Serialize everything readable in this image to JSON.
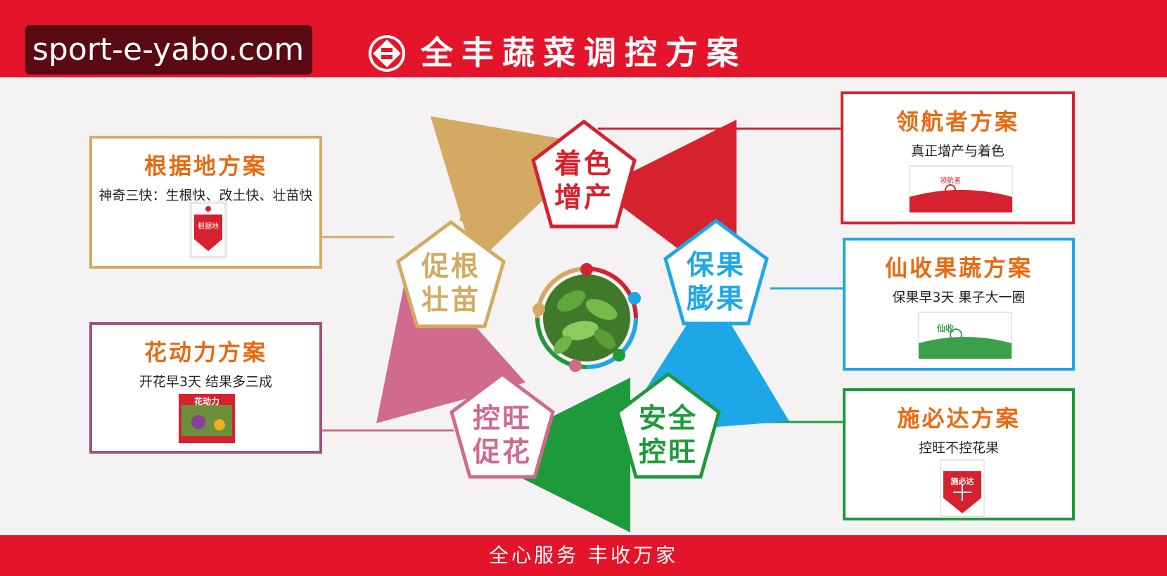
{
  "watermark": "sport-e-yabo.com",
  "title": "全丰蔬菜调控方案",
  "slogan": "全心服务  丰收万家",
  "colors": {
    "brand_red": "#e4142a",
    "gold": "#d4aa62",
    "red": "#d6222e",
    "blue": "#1ea7e8",
    "green": "#1e9a3a",
    "pink": "#d06a8e",
    "orange_title": "#e86a10"
  },
  "cycle": [
    {
      "line1": "着色",
      "line2": "增产",
      "color": "#d6222e"
    },
    {
      "line1": "保果",
      "line2": "膨果",
      "color": "#1ea7e8"
    },
    {
      "line1": "安全",
      "line2": "控旺",
      "color": "#1e9a3a"
    },
    {
      "line1": "控旺",
      "line2": "促花",
      "color": "#d06a8e"
    },
    {
      "line1": "促根",
      "line2": "壮苗",
      "color": "#d4aa62"
    }
  ],
  "cards": {
    "genjudi": {
      "title": "根据地方案",
      "subtitle": "神奇三快：生根快、改土快、壮苗快",
      "product": "根据地"
    },
    "huadongli": {
      "title": "花动力方案",
      "subtitle": "开花早3天  结果多三成",
      "product": "花动力"
    },
    "linghang": {
      "title": "领航者方案",
      "subtitle": "真正增产与着色",
      "product": "领航者"
    },
    "xianshou": {
      "title": "仙收果蔬方案",
      "subtitle": "保果早3天  果子大一圈",
      "product": "仙收"
    },
    "shibida": {
      "title": "施必达方案",
      "subtitle": "控旺不控花果",
      "product": "施必达"
    }
  }
}
